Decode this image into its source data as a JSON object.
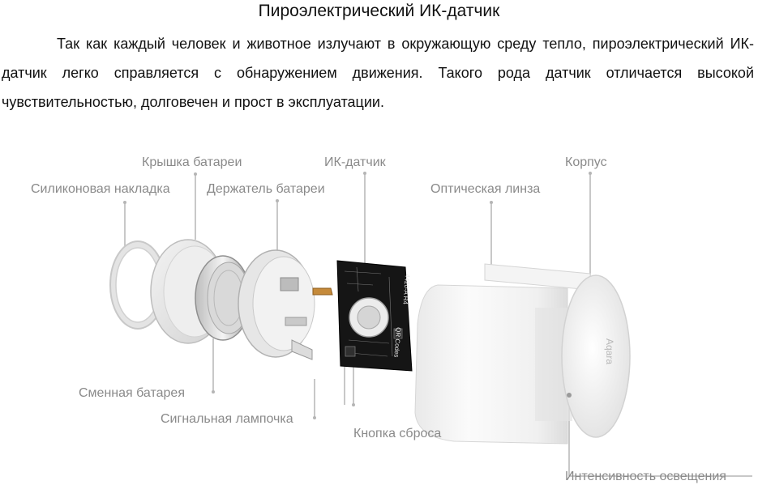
{
  "title": "Пироэлектрический ИК-датчик",
  "paragraph": "Так как каждый человек и животное излучают в окружающую среду тепло, пироэлектрический ИК-датчик легко справляется с обнаружением движения. Такого рода датчик отличается высокой чувствительностью, долговечен и прост в эксплуатации.",
  "labels": {
    "battery_cover": "Крышка батареи",
    "silicone_pad": "Силиконовая накладка",
    "battery_holder": "Держатель батареи",
    "ir_sensor": "ИК-датчик",
    "housing": "Корпус",
    "optical_lens": "Оптическая линза",
    "replaceable_battery": "Сменная батарея",
    "signal_lamp": "Сигнальная лампочка",
    "reset_button": "Кнопка сброса",
    "light_intensity": "Интенсивность освещения"
  },
  "board_text": [
    "4420-A R4",
    "QR Codes"
  ],
  "brand_mark": "Aqara",
  "colors": {
    "text": "#111111",
    "label": "#8a8a8a",
    "leader": "#b5b5b5",
    "board": "#151515",
    "body": "#f2f2f2"
  }
}
